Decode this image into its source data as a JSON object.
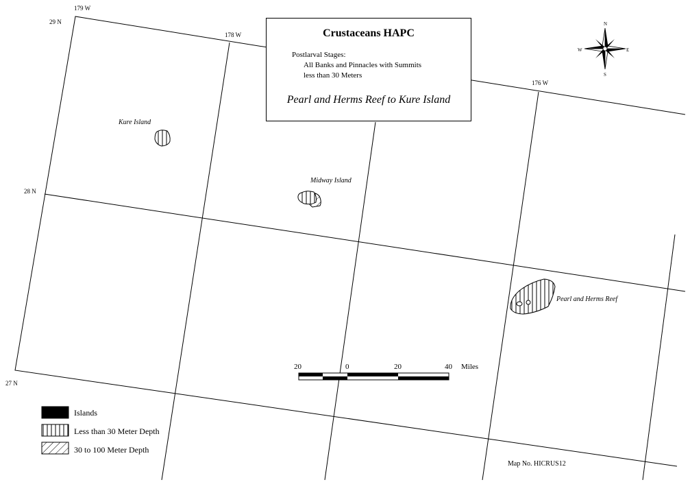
{
  "map": {
    "title": "Crustaceans HAPC",
    "subtitle_lines": [
      "Postlarval Stages:",
      "All Banks and Pinnacles with Summits",
      "less than 30 Meters"
    ],
    "region": "Pearl and Herms Reef to Kure Island",
    "map_number": "Map No. HICRUS12"
  },
  "coordinates": {
    "longitudes": [
      "179 W",
      "178 W",
      "176 W"
    ],
    "latitudes": [
      "29 N",
      "28 N",
      "27 N"
    ]
  },
  "places": [
    {
      "name": "Kure Island"
    },
    {
      "name": "Midway Island"
    },
    {
      "name": "Pearl and Herms Reef"
    }
  ],
  "compass": {
    "n": "N",
    "s": "S",
    "e": "E",
    "w": "W"
  },
  "scale_bar": {
    "ticks": [
      "20",
      "0",
      "20",
      "40"
    ],
    "unit": "Miles"
  },
  "legend": [
    {
      "label": "Islands",
      "pattern": "solid"
    },
    {
      "label": "Less than 30 Meter Depth",
      "pattern": "vertical"
    },
    {
      "label": "30 to 100 Meter Depth",
      "pattern": "diagonal"
    }
  ]
}
